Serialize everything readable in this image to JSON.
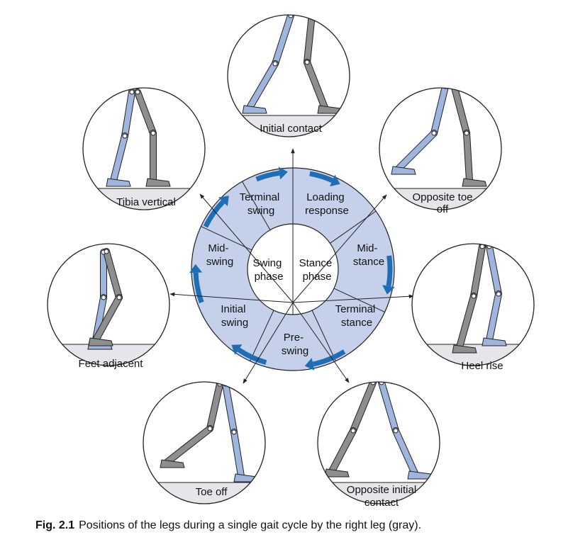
{
  "caption": {
    "label": "Fig. 2.1",
    "text": "Positions of the legs during a single gait cycle by the right leg (gray)."
  },
  "center": {
    "swing_phase": [
      "Swing",
      "phase"
    ],
    "stance_phase": [
      "Stance",
      "phase"
    ]
  },
  "sectors": [
    {
      "id": "loading-response",
      "lines": [
        "Loading",
        "response"
      ]
    },
    {
      "id": "mid-stance",
      "lines": [
        "Mid-",
        "stance"
      ]
    },
    {
      "id": "terminal-stance",
      "lines": [
        "Terminal",
        "stance"
      ]
    },
    {
      "id": "pre-swing",
      "lines": [
        "Pre-",
        "swing"
      ]
    },
    {
      "id": "initial-swing",
      "lines": [
        "Initial",
        "swing"
      ]
    },
    {
      "id": "mid-swing",
      "lines": [
        "Mid-",
        "swing"
      ]
    },
    {
      "id": "terminal-swing",
      "lines": [
        "Terminal",
        "swing"
      ]
    }
  ],
  "events": [
    {
      "id": "initial-contact",
      "label": "Initial contact"
    },
    {
      "id": "opposite-toe-off",
      "label": "Opposite toe off"
    },
    {
      "id": "heel-rise",
      "label": "Heel rise"
    },
    {
      "id": "opposite-initial-contact",
      "label": "Opposite initial contact"
    },
    {
      "id": "toe-off",
      "label": "Toe off"
    },
    {
      "id": "feet-adjacent",
      "label": "Feet adjacent"
    },
    {
      "id": "tibia-vertical",
      "label": "Tibia vertical"
    }
  ],
  "colors": {
    "ring": "#c5d0ea",
    "arrow": "#1f6db5",
    "gray_leg": "#8e8e8e",
    "blue_leg": "#9fb5de",
    "outline": "#222222",
    "floor": "#e6e6ea"
  }
}
